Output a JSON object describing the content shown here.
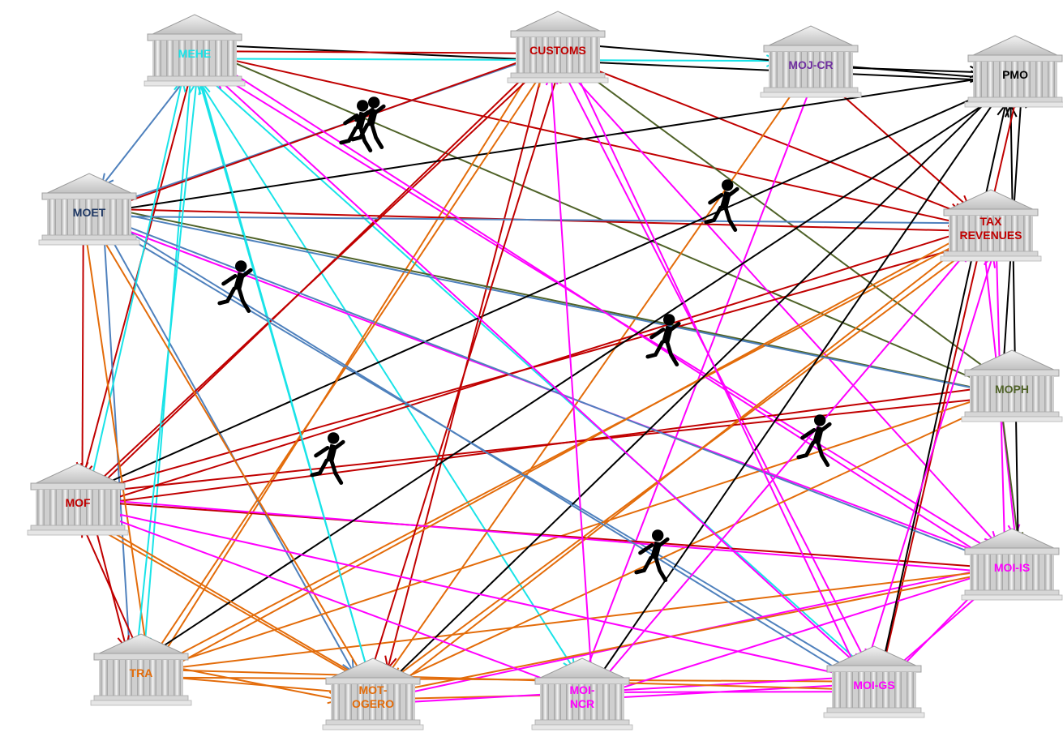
{
  "colors": {
    "cyan": "#19e3e8",
    "steel": "#4f81bd",
    "darkred": "#c00000",
    "orange": "#e36c0a",
    "magenta": "#ff00ff",
    "olive": "#4f6228",
    "black": "#000000"
  },
  "nodes": [
    {
      "id": "MEHE",
      "label": "MEHE",
      "color": "#19e3e8"
    },
    {
      "id": "CUSTOMS",
      "label": "CUSTOMS",
      "color": "#c00000"
    },
    {
      "id": "MOJ-CR",
      "label": "MOJ-CR",
      "color": "#7030a0"
    },
    {
      "id": "PMO",
      "label": "PMO",
      "color": "#000000"
    },
    {
      "id": "MOET",
      "label": "MOET",
      "color": "#1f3864"
    },
    {
      "id": "TAX",
      "label": "TAX REVENUES",
      "color": "#c00000"
    },
    {
      "id": "MOPH",
      "label": "MOPH",
      "color": "#4f6228"
    },
    {
      "id": "MOF",
      "label": "MOF",
      "color": "#c00000"
    },
    {
      "id": "MOI-IS",
      "label": "MOI-IS",
      "color": "#ff00ff"
    },
    {
      "id": "TRA",
      "label": "TRA",
      "color": "#e36c0a"
    },
    {
      "id": "MOT-OGERO",
      "label": "MOT-OGERO",
      "color": "#e36c0a"
    },
    {
      "id": "MOI-NCR",
      "label": "MOI-NCR",
      "color": "#ff00ff"
    },
    {
      "id": "MOI-GS",
      "label": "MOI-GS",
      "color": "#ff00ff"
    }
  ],
  "edges": [
    {
      "from": "MEHE",
      "to": "PMO",
      "color": "black"
    },
    {
      "from": "MEHE",
      "to": "MOJ-CR",
      "color": "cyan"
    },
    {
      "from": "MEHE",
      "to": "TAX",
      "color": "darkred"
    },
    {
      "from": "MEHE",
      "to": "MOPH",
      "color": "olive"
    },
    {
      "from": "MEHE",
      "to": "MOET",
      "color": "steel"
    },
    {
      "from": "MEHE",
      "to": "MOF",
      "color": "darkred"
    },
    {
      "from": "MEHE",
      "to": "TRA",
      "color": "cyan"
    },
    {
      "from": "MEHE",
      "to": "MOT-OGERO",
      "color": "cyan"
    },
    {
      "from": "MEHE",
      "to": "MOI-NCR",
      "color": "cyan"
    },
    {
      "from": "MEHE",
      "to": "MOI-GS",
      "color": "cyan"
    },
    {
      "from": "MEHE",
      "to": "MOI-IS",
      "color": "magenta"
    },
    {
      "from": "CUSTOMS",
      "to": "PMO",
      "color": "black"
    },
    {
      "from": "CUSTOMS",
      "to": "TAX",
      "color": "darkred"
    },
    {
      "from": "CUSTOMS",
      "to": "MEHE",
      "color": "darkred"
    },
    {
      "from": "CUSTOMS",
      "to": "MOET",
      "color": "steel"
    },
    {
      "from": "CUSTOMS",
      "to": "MOF",
      "color": "darkred"
    },
    {
      "from": "CUSTOMS",
      "to": "MOI-IS",
      "color": "magenta"
    },
    {
      "from": "CUSTOMS",
      "to": "MOI-GS",
      "color": "magenta"
    },
    {
      "from": "CUSTOMS",
      "to": "MOPH",
      "color": "olive"
    },
    {
      "from": "CUSTOMS",
      "to": "TRA",
      "color": "orange"
    },
    {
      "from": "CUSTOMS",
      "to": "MOT-OGERO",
      "color": "darkred"
    },
    {
      "from": "MOJ-CR",
      "to": "PMO",
      "color": "black"
    },
    {
      "from": "MOJ-CR",
      "to": "MOI-NCR",
      "color": "magenta"
    },
    {
      "from": "MOJ-CR",
      "to": "MOT-OGERO",
      "color": "orange"
    },
    {
      "from": "MOJ-CR",
      "to": "TAX",
      "color": "darkred"
    },
    {
      "from": "MOET",
      "to": "PMO",
      "color": "black"
    },
    {
      "from": "MOET",
      "to": "TAX",
      "color": "darkred"
    },
    {
      "from": "MOET",
      "to": "MOPH",
      "color": "olive"
    },
    {
      "from": "MOET",
      "to": "MOF",
      "color": "darkred"
    },
    {
      "from": "MOET",
      "to": "MOI-IS",
      "color": "magenta"
    },
    {
      "from": "MOET",
      "to": "MOI-GS",
      "color": "steel"
    },
    {
      "from": "MOET",
      "to": "TRA",
      "color": "steel"
    },
    {
      "from": "MOET",
      "to": "MOT-OGERO",
      "color": "steel"
    },
    {
      "from": "MOET",
      "to": "CUSTOMS",
      "color": "darkred"
    },
    {
      "from": "TAX",
      "to": "MOET",
      "color": "steel"
    },
    {
      "from": "TAX",
      "to": "MOF",
      "color": "darkred"
    },
    {
      "from": "TAX",
      "to": "MOT-OGERO",
      "color": "orange"
    },
    {
      "from": "TAX",
      "to": "TRA",
      "color": "orange"
    },
    {
      "from": "TAX",
      "to": "MOI-GS",
      "color": "darkred"
    },
    {
      "from": "TAX",
      "to": "MOI-IS",
      "color": "magenta"
    },
    {
      "from": "MOPH",
      "to": "PMO",
      "color": "black"
    },
    {
      "from": "MOPH",
      "to": "MOI-IS",
      "color": "olive"
    },
    {
      "from": "MOPH",
      "to": "MOF",
      "color": "darkred"
    },
    {
      "from": "MOPH",
      "to": "MOET",
      "color": "steel"
    },
    {
      "from": "MOPH",
      "to": "MOT-OGERO",
      "color": "orange"
    },
    {
      "from": "MOPH",
      "to": "TRA",
      "color": "orange"
    },
    {
      "from": "MOF",
      "to": "PMO",
      "color": "black"
    },
    {
      "from": "MOF",
      "to": "TAX",
      "color": "darkred"
    },
    {
      "from": "MOF",
      "to": "CUSTOMS",
      "color": "darkred"
    },
    {
      "from": "MOF",
      "to": "MOI-IS",
      "color": "darkred"
    },
    {
      "from": "MOF",
      "to": "MOPH",
      "color": "darkred"
    },
    {
      "from": "MOF",
      "to": "MOT-OGERO",
      "color": "orange"
    },
    {
      "from": "MOF",
      "to": "TRA",
      "color": "darkred"
    },
    {
      "from": "MOF",
      "to": "MEHE",
      "color": "cyan"
    },
    {
      "from": "MOI-IS",
      "to": "PMO",
      "color": "black"
    },
    {
      "from": "MOI-IS",
      "to": "MOF",
      "color": "magenta"
    },
    {
      "from": "MOI-IS",
      "to": "MOET",
      "color": "steel"
    },
    {
      "from": "MOI-IS",
      "to": "MOT-OGERO",
      "color": "magenta"
    },
    {
      "from": "MOI-IS",
      "to": "MOI-GS",
      "color": "magenta"
    },
    {
      "from": "MOI-IS",
      "to": "TAX",
      "color": "magenta"
    },
    {
      "from": "MOI-IS",
      "to": "MEHE",
      "color": "magenta"
    },
    {
      "from": "TRA",
      "to": "PMO",
      "color": "black"
    },
    {
      "from": "TRA",
      "to": "MOT-OGERO",
      "color": "orange"
    },
    {
      "from": "TRA",
      "to": "MOET",
      "color": "orange"
    },
    {
      "from": "TRA",
      "to": "MOF",
      "color": "darkred"
    },
    {
      "from": "TRA",
      "to": "CUSTOMS",
      "color": "orange"
    },
    {
      "from": "TRA",
      "to": "TAX",
      "color": "orange"
    },
    {
      "from": "TRA",
      "to": "MOI-GS",
      "color": "orange"
    },
    {
      "from": "TRA",
      "to": "MOI-IS",
      "color": "orange"
    },
    {
      "from": "TRA",
      "to": "MEHE",
      "color": "cyan"
    },
    {
      "from": "MOT-OGERO",
      "to": "PMO",
      "color": "black"
    },
    {
      "from": "MOT-OGERO",
      "to": "CUSTOMS",
      "color": "darkred"
    },
    {
      "from": "MOT-OGERO",
      "to": "TRA",
      "color": "orange"
    },
    {
      "from": "MOT-OGERO",
      "to": "MOF",
      "color": "orange"
    },
    {
      "from": "MOT-OGERO",
      "to": "MOET",
      "color": "orange"
    },
    {
      "from": "MOT-OGERO",
      "to": "TAX",
      "color": "orange"
    },
    {
      "from": "MOT-OGERO",
      "to": "MOI-IS",
      "color": "orange"
    },
    {
      "from": "MOT-OGERO",
      "to": "MEHE",
      "color": "cyan"
    },
    {
      "from": "MOI-NCR",
      "to": "PMO",
      "color": "black"
    },
    {
      "from": "MOI-NCR",
      "to": "MOI-GS",
      "color": "magenta"
    },
    {
      "from": "MOI-NCR",
      "to": "MOT-OGERO",
      "color": "orange"
    },
    {
      "from": "MOI-NCR",
      "to": "MOF",
      "color": "magenta"
    },
    {
      "from": "MOI-NCR",
      "to": "MOI-IS",
      "color": "magenta"
    },
    {
      "from": "MOI-NCR",
      "to": "CUSTOMS",
      "color": "magenta"
    },
    {
      "from": "MOI-NCR",
      "to": "TAX",
      "color": "magenta"
    },
    {
      "from": "MOI-GS",
      "to": "PMO",
      "color": "black"
    },
    {
      "from": "MOI-GS",
      "to": "MOI-NCR",
      "color": "magenta"
    },
    {
      "from": "MOI-GS",
      "to": "MOI-IS",
      "color": "magenta"
    },
    {
      "from": "MOI-GS",
      "to": "MOF",
      "color": "magenta"
    },
    {
      "from": "MOI-GS",
      "to": "MEHE",
      "color": "magenta"
    },
    {
      "from": "MOI-GS",
      "to": "CUSTOMS",
      "color": "magenta"
    },
    {
      "from": "MOI-GS",
      "to": "MOET",
      "color": "steel"
    },
    {
      "from": "MOI-GS",
      "to": "TAX",
      "color": "magenta"
    },
    {
      "from": "MOI-GS",
      "to": "MOT-OGERO",
      "color": "magenta"
    },
    {
      "from": "MOI-GS",
      "to": "TRA",
      "color": "orange"
    },
    {
      "from": "PMO",
      "to": "TAX",
      "color": "darkred"
    }
  ],
  "runners": 8
}
